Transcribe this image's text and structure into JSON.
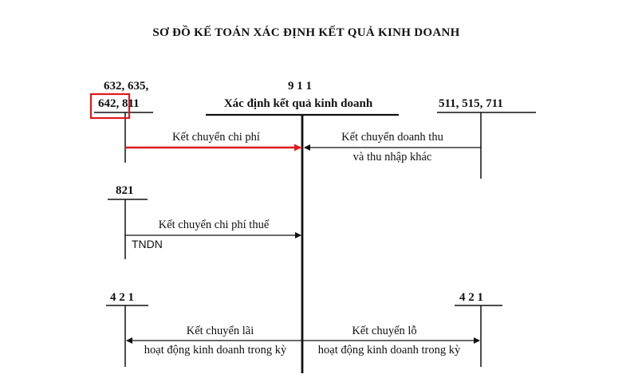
{
  "title": "SƠ ĐỒ KẾ TOÁN XÁC ĐỊNH KẾT QUẢ KINH DOANH",
  "accounts": {
    "cost_top": "632, 635,",
    "cost_bottom": "642, 811",
    "center_number": "9 1 1",
    "center_name": "Xác định kết quả kinh doanh",
    "revenue": "511, 515, 711",
    "tax": "821",
    "retained_left": "4 2 1",
    "retained_right": "4 2 1"
  },
  "flows": {
    "cost_transfer": "Kết chuyển chi phí",
    "revenue_transfer_1": "Kết chuyển doanh thu",
    "revenue_transfer_2": "và thu nhập khác",
    "tax_transfer_1": "Kết chuyển chi phí thuế",
    "tax_transfer_2": "TNDN",
    "profit_transfer_1": "Kết chuyển lãi",
    "profit_transfer_2": "hoạt động kinh doanh trong kỳ",
    "loss_transfer_1": "Kết chuyển lỗ",
    "loss_transfer_2": "hoạt động kinh doanh trong kỳ"
  },
  "colors": {
    "ink": "#111111",
    "highlight": "#e0191f"
  }
}
